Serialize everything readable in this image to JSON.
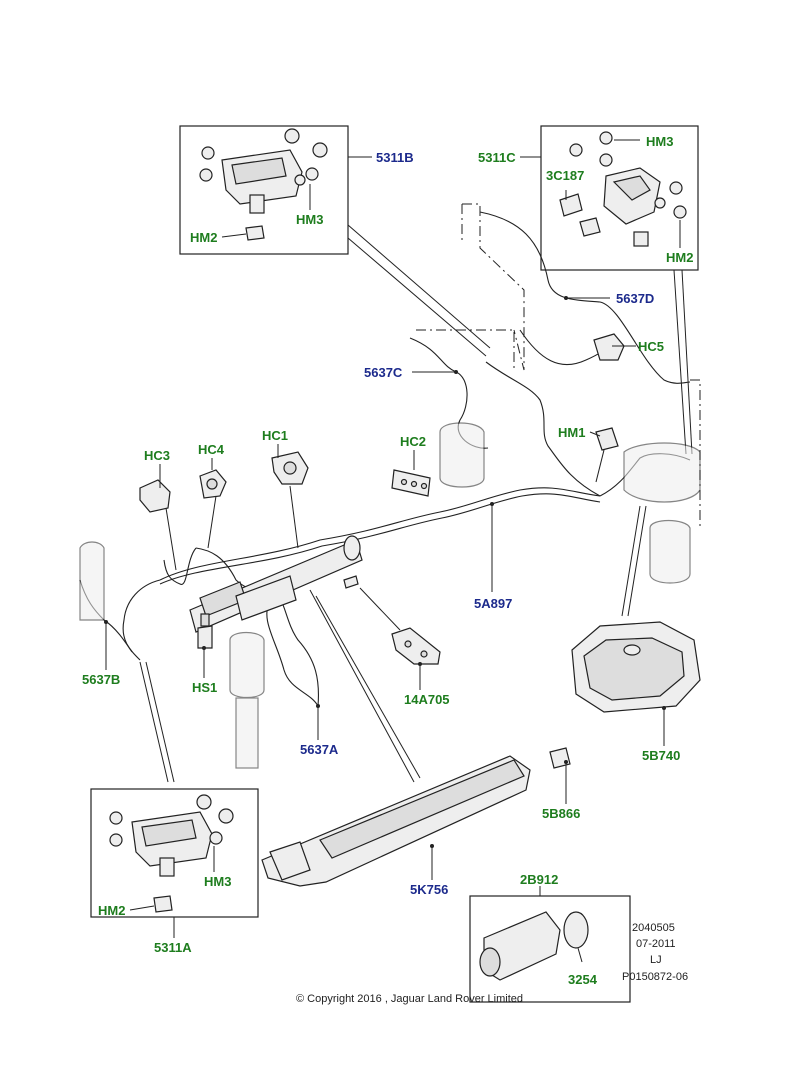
{
  "diagram": {
    "callouts": [
      {
        "key": "5311B",
        "text": "5311B",
        "color": "blue"
      },
      {
        "key": "HM3_b",
        "text": "HM3",
        "color": "green"
      },
      {
        "key": "HM2_b",
        "text": "HM2",
        "color": "green"
      },
      {
        "key": "5311C",
        "text": "5311C",
        "color": "green"
      },
      {
        "key": "HM3_c",
        "text": "HM3",
        "color": "green"
      },
      {
        "key": "3C187",
        "text": "3C187",
        "color": "green"
      },
      {
        "key": "HM2_c",
        "text": "HM2",
        "color": "green"
      },
      {
        "key": "5637D",
        "text": "5637D",
        "color": "blue"
      },
      {
        "key": "HC5",
        "text": "HC5",
        "color": "green"
      },
      {
        "key": "5637C",
        "text": "5637C",
        "color": "blue"
      },
      {
        "key": "HM1",
        "text": "HM1",
        "color": "green"
      },
      {
        "key": "HC2",
        "text": "HC2",
        "color": "green"
      },
      {
        "key": "HC1",
        "text": "HC1",
        "color": "green"
      },
      {
        "key": "HC3",
        "text": "HC3",
        "color": "green"
      },
      {
        "key": "HC4",
        "text": "HC4",
        "color": "green"
      },
      {
        "key": "5A897",
        "text": "5A897",
        "color": "blue"
      },
      {
        "key": "5637B",
        "text": "5637B",
        "color": "green"
      },
      {
        "key": "HS1",
        "text": "HS1",
        "color": "green"
      },
      {
        "key": "14A705",
        "text": "14A705",
        "color": "green"
      },
      {
        "key": "5637A",
        "text": "5637A",
        "color": "blue"
      },
      {
        "key": "5B740",
        "text": "5B740",
        "color": "green"
      },
      {
        "key": "5B866",
        "text": "5B866",
        "color": "green"
      },
      {
        "key": "HM3_a",
        "text": "HM3",
        "color": "green"
      },
      {
        "key": "HM2_a",
        "text": "HM2",
        "color": "green"
      },
      {
        "key": "5311A",
        "text": "5311A",
        "color": "green"
      },
      {
        "key": "5K756",
        "text": "5K756",
        "color": "blue"
      },
      {
        "key": "2B912",
        "text": "2B912",
        "color": "green"
      },
      {
        "key": "3254",
        "text": "3254",
        "color": "green"
      }
    ],
    "reference": [
      "2040505",
      "07-2011",
      "LJ",
      "P0150872-06"
    ],
    "copyright": "© Copyright  2016 , Jaguar Land Rover Limited",
    "colors": {
      "green": "#1e7d1e",
      "blue": "#1c2a8c",
      "line": "#222222"
    }
  }
}
